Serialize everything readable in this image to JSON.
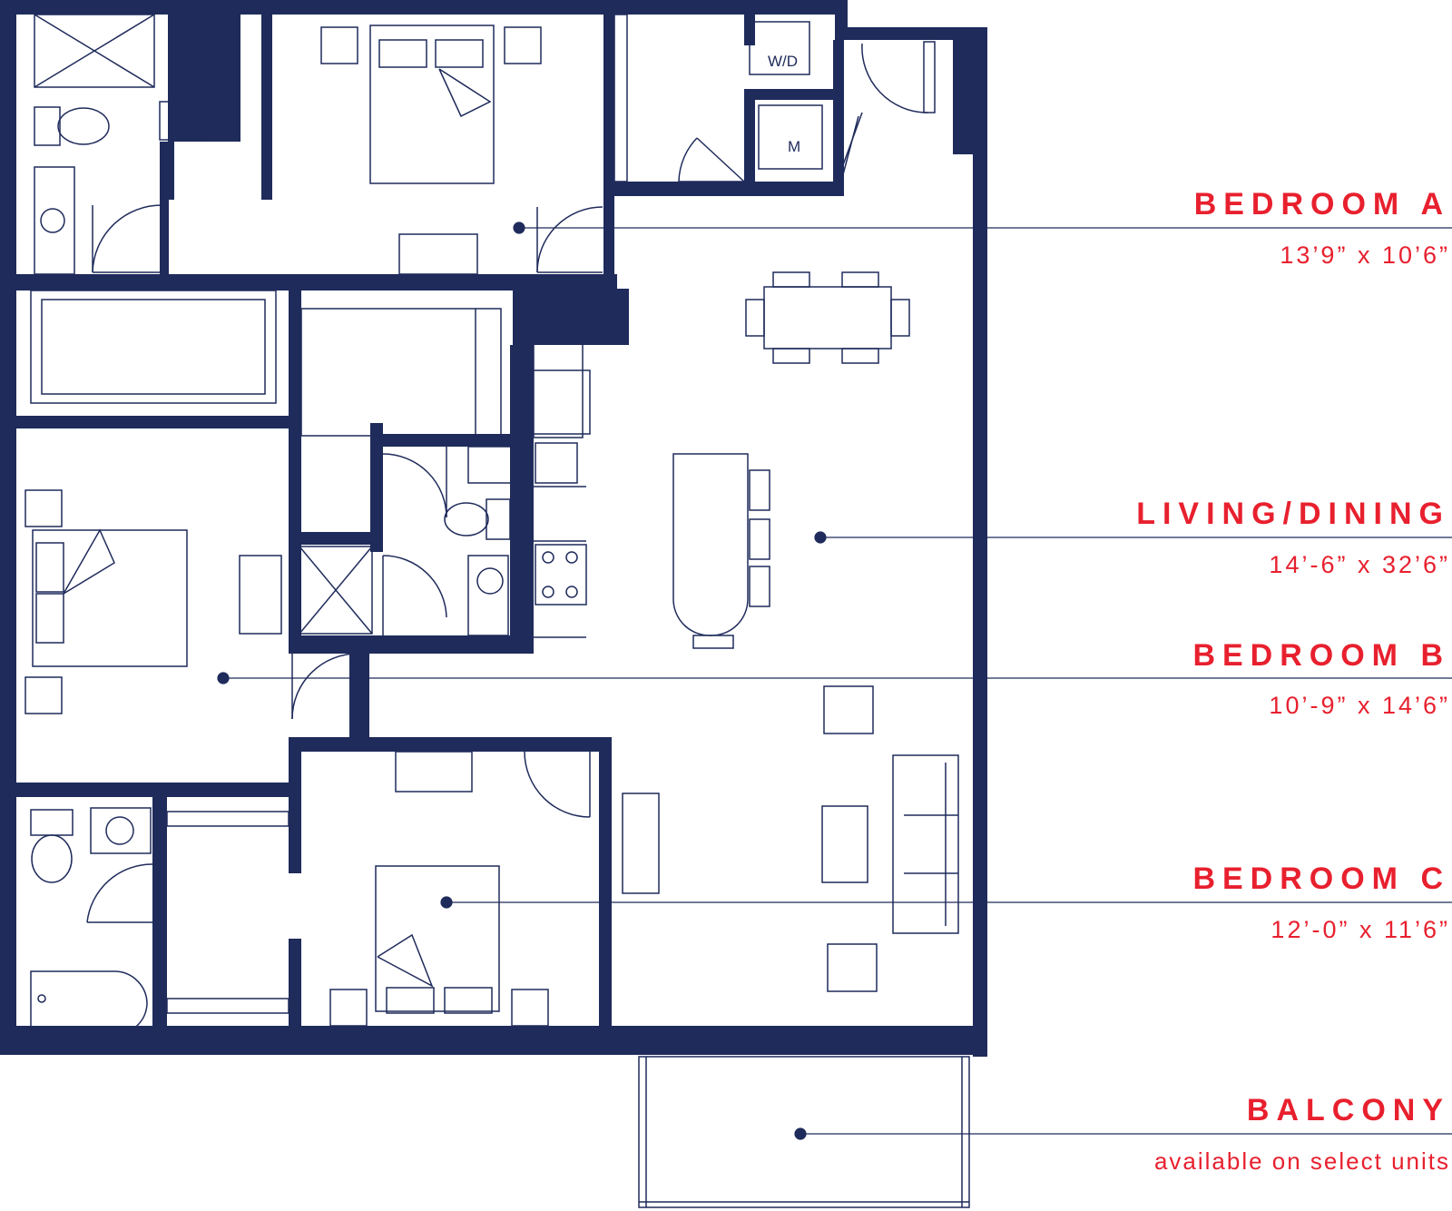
{
  "colors": {
    "wall": "#1f2b5b",
    "accent": "#e8202e",
    "line": "#1f2b5b",
    "background": "#ffffff"
  },
  "rooms": [
    {
      "id": "bedroom_a",
      "name": "BEDROOM A",
      "dims": "13’9” x 10’6”"
    },
    {
      "id": "living",
      "name": "LIVING/DINING",
      "dims": "14’-6” x 32’6”"
    },
    {
      "id": "bedroom_b",
      "name": "BEDROOM B",
      "dims": "10’-9” x 14’6”"
    },
    {
      "id": "bedroom_c",
      "name": "BEDROOM C",
      "dims": "12’-0” x 11’6”"
    },
    {
      "id": "balcony",
      "name": "BALCONY",
      "dims": "available on select units"
    }
  ],
  "fixtures": {
    "washer_dryer": "W/D",
    "mechanical": "M"
  }
}
